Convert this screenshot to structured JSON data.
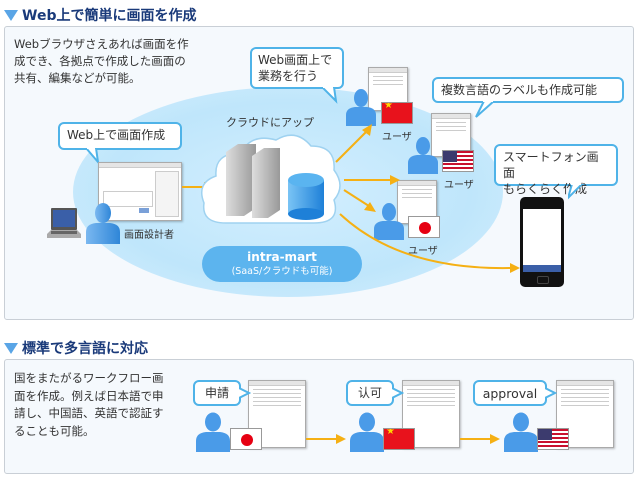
{
  "section1": {
    "title": "Web上で簡単に画面を作成",
    "description_lines": [
      "Webブラウザさえあれば画面を作",
      "成でき、各拠点で作成した画面の",
      "共有、編集などが可能。"
    ],
    "bubble_design": "Web上で画面作成",
    "designer_label": "画面設計者",
    "cloud_label": "クラウドにアップ",
    "bubble_business_lines": [
      "Web画面上で",
      "業務を行う"
    ],
    "bubble_multilang": "複数言語のラベルも作成可能",
    "bubble_smartphone_lines": [
      "スマートフォン画面",
      "もらくらく作成"
    ],
    "product_name": "intra-mart",
    "product_sub": "(SaaS/クラウドも可能)",
    "users": [
      {
        "label": "ユーザ",
        "flag": "china"
      },
      {
        "label": "ユーザ",
        "flag": "usa"
      },
      {
        "label": "ユーザ",
        "flag": "japan"
      }
    ],
    "colors": {
      "accent": "#4fb3e8",
      "arrow": "#f5b014",
      "title": "#1a3a7a"
    }
  },
  "section2": {
    "title": "標準で多言語に対応",
    "description_lines": [
      "国をまたがるワークフロー画",
      "面を作成。例えば日本語で申",
      "請し、中国語、英語で認証す",
      "ることも可能。"
    ],
    "steps": [
      {
        "bubble": "申請",
        "flag": "japan"
      },
      {
        "bubble": "认可",
        "flag": "china"
      },
      {
        "bubble": "approval",
        "flag": "usa"
      }
    ]
  }
}
